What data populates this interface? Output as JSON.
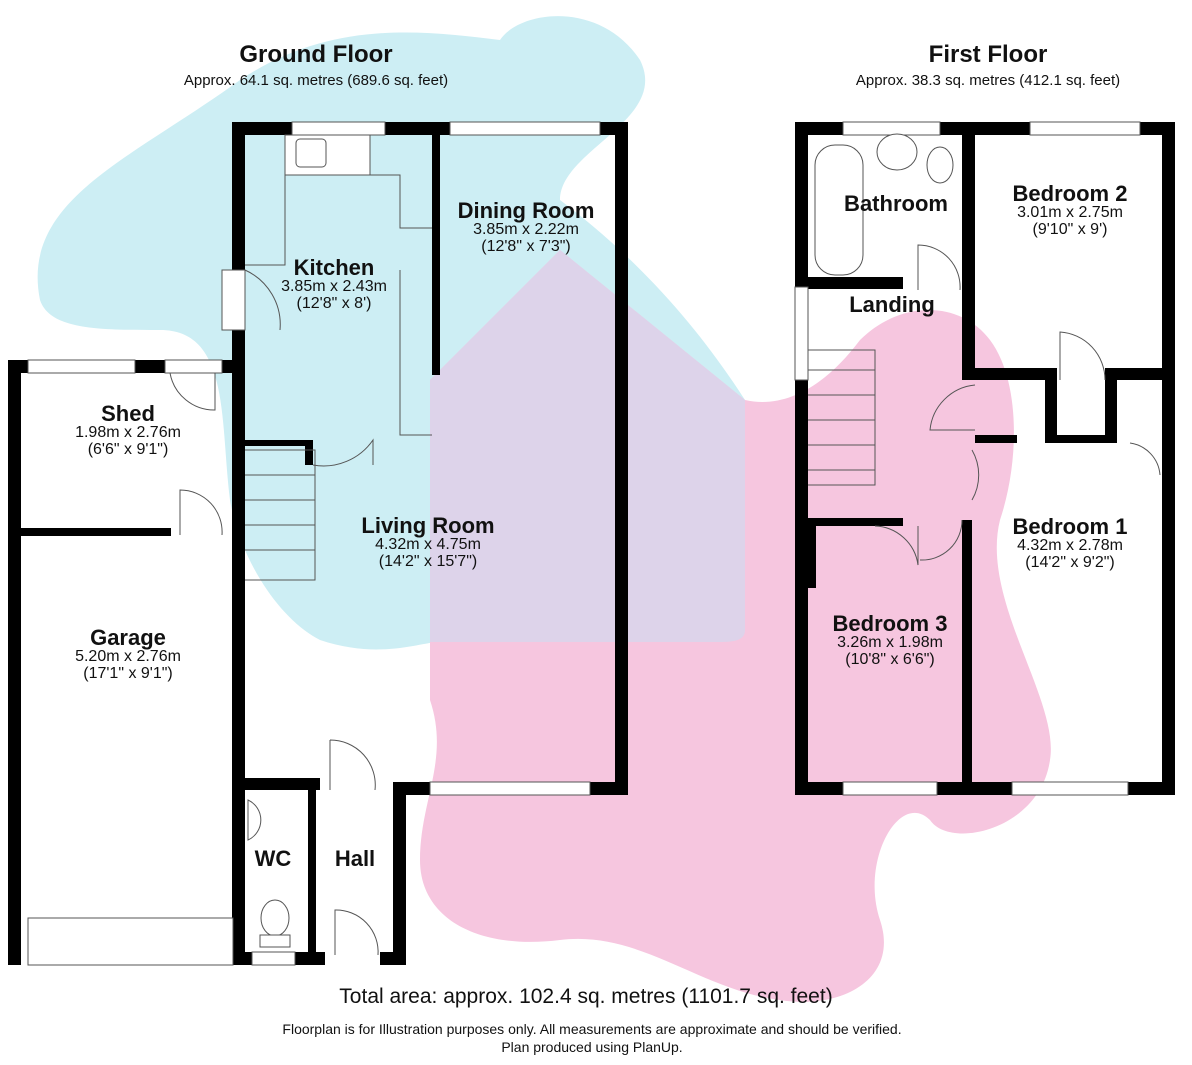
{
  "ground_floor": {
    "title": "Ground Floor",
    "area": "Approx. 64.1 sq. metres (689.6 sq. feet)",
    "rooms": {
      "kitchen": {
        "name": "Kitchen",
        "metric": "3.85m x 2.43m",
        "imperial": "(12'8\" x 8')"
      },
      "dining": {
        "name": "Dining Room",
        "metric": "3.85m x 2.22m",
        "imperial": "(12'8\" x 7'3\")"
      },
      "shed": {
        "name": "Shed",
        "metric": "1.98m x 2.76m",
        "imperial": "(6'6\" x 9'1\")"
      },
      "living": {
        "name": "Living Room",
        "metric": "4.32m x 4.75m",
        "imperial": "(14'2\" x 15'7\")"
      },
      "garage": {
        "name": "Garage",
        "metric": "5.20m x 2.76m",
        "imperial": "(17'1\" x 9'1\")"
      },
      "wc": {
        "name": "WC"
      },
      "hall": {
        "name": "Hall"
      }
    }
  },
  "first_floor": {
    "title": "First Floor",
    "area": "Approx. 38.3 sq. metres (412.1 sq. feet)",
    "rooms": {
      "bathroom": {
        "name": "Bathroom"
      },
      "bedroom2": {
        "name": "Bedroom 2",
        "metric": "3.01m x 2.75m",
        "imperial": "(9'10\" x 9')"
      },
      "landing": {
        "name": "Landing"
      },
      "bedroom1": {
        "name": "Bedroom 1",
        "metric": "4.32m x 2.78m",
        "imperial": "(14'2\" x 9'2\")"
      },
      "bedroom3": {
        "name": "Bedroom 3",
        "metric": "3.26m x 1.98m",
        "imperial": "(10'8\" x 6'6\")"
      }
    }
  },
  "footer": {
    "total": "Total area: approx. 102.4 sq. metres (1101.7 sq. feet)",
    "disclaimer": "Floorplan is for Illustration purposes only. All measurements are approximate and should be verified.",
    "credit": "Plan produced using PlanUp."
  },
  "colors": {
    "cyan": "#cdeef4",
    "pink": "#f6c6df",
    "purple": "#ddd3ea",
    "wall": "#000000"
  }
}
